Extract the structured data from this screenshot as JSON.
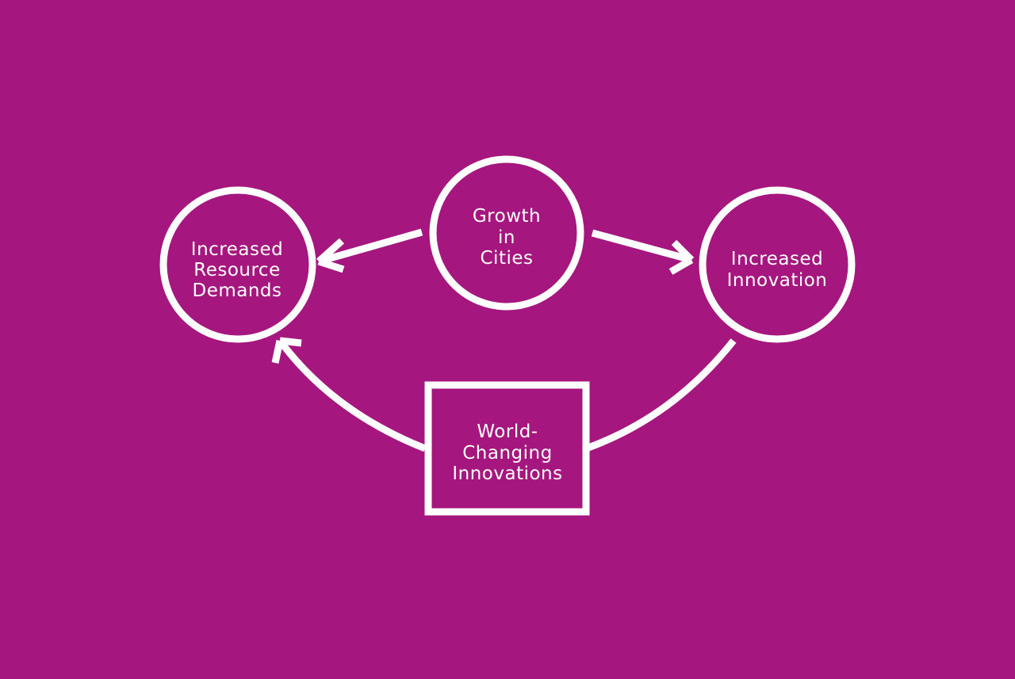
{
  "colors": {
    "background": "#a5177e",
    "foreground": "#ffffff"
  },
  "nodes": {
    "growth": {
      "lines": [
        "Growth",
        "in",
        "Cities"
      ]
    },
    "resource": {
      "lines": [
        "Increased",
        "Resource",
        "Demands"
      ]
    },
    "innovation": {
      "lines": [
        "Increased",
        "Innovation"
      ]
    },
    "world": {
      "lines": [
        "World-",
        "Changing",
        "Innovations"
      ]
    }
  }
}
